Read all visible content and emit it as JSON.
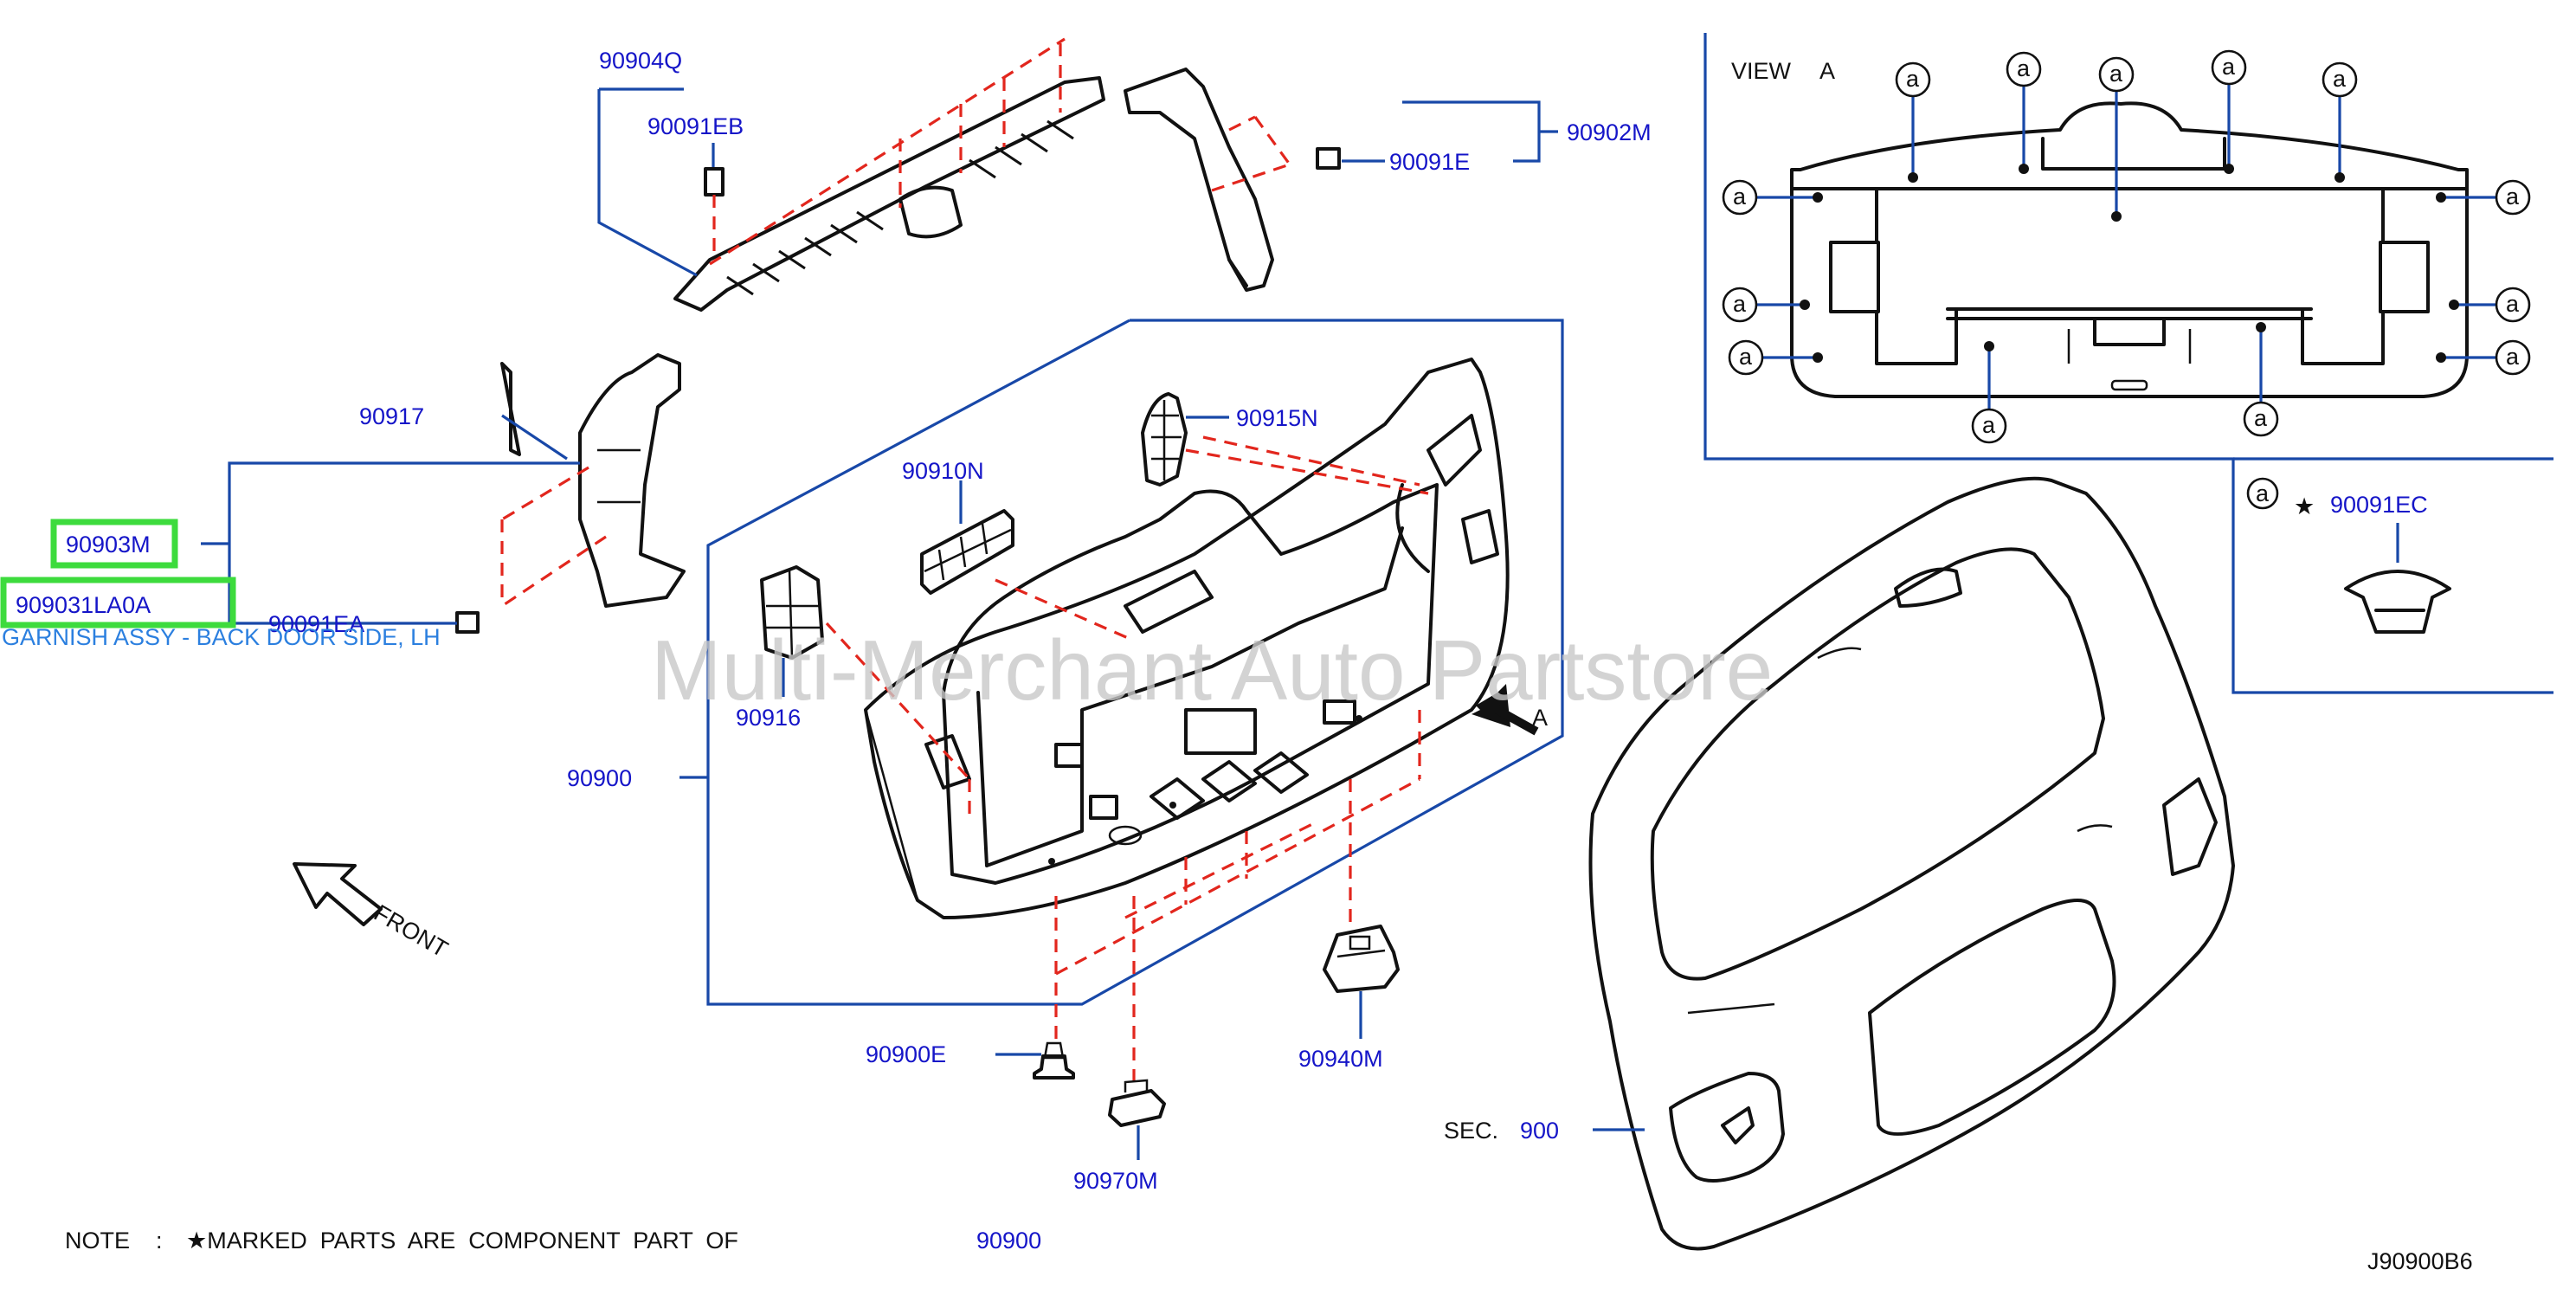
{
  "diagram": {
    "callouts": {
      "p90904Q": "90904Q",
      "p90091EB": "90091EB",
      "p90902M": "90902M",
      "p90091E": "90091E",
      "p90917": "90917",
      "p90903M": "90903M",
      "p909031LA0A": "909031LA0A",
      "p909031LA0A_desc": "GARNISH ASSY - BACK DOOR SIDE, LH",
      "p90091EA": "90091EA",
      "p90915N": "90915N",
      "p90910N": "90910N",
      "p90916": "90916",
      "p90900": "90900",
      "p90900E": "90900E",
      "p90970M": "90970M",
      "p90940M": "90940M",
      "p90091EC": "90091EC",
      "star": "★",
      "view_arrow": "A",
      "sec_label": "SEC.",
      "sec_number": "900"
    },
    "view_a": {
      "title": "VIEW",
      "letter": "A",
      "marker": "a"
    },
    "front_label": "FRONT",
    "note": {
      "prefix": "NOTE",
      "colon": ":",
      "text": "★MARKED  PARTS  ARE  COMPONENT  PART  OF",
      "part": "90900"
    },
    "diagram_code": "J90900B6",
    "watermark": "Multi-Merchant Auto Partstore",
    "colors": {
      "callout_text": "#1515c8",
      "leader_line": "#1848a8",
      "dashed_line": "#e2261d",
      "highlight": "#3ddb3d",
      "watermark": "#c8c8c8"
    }
  }
}
